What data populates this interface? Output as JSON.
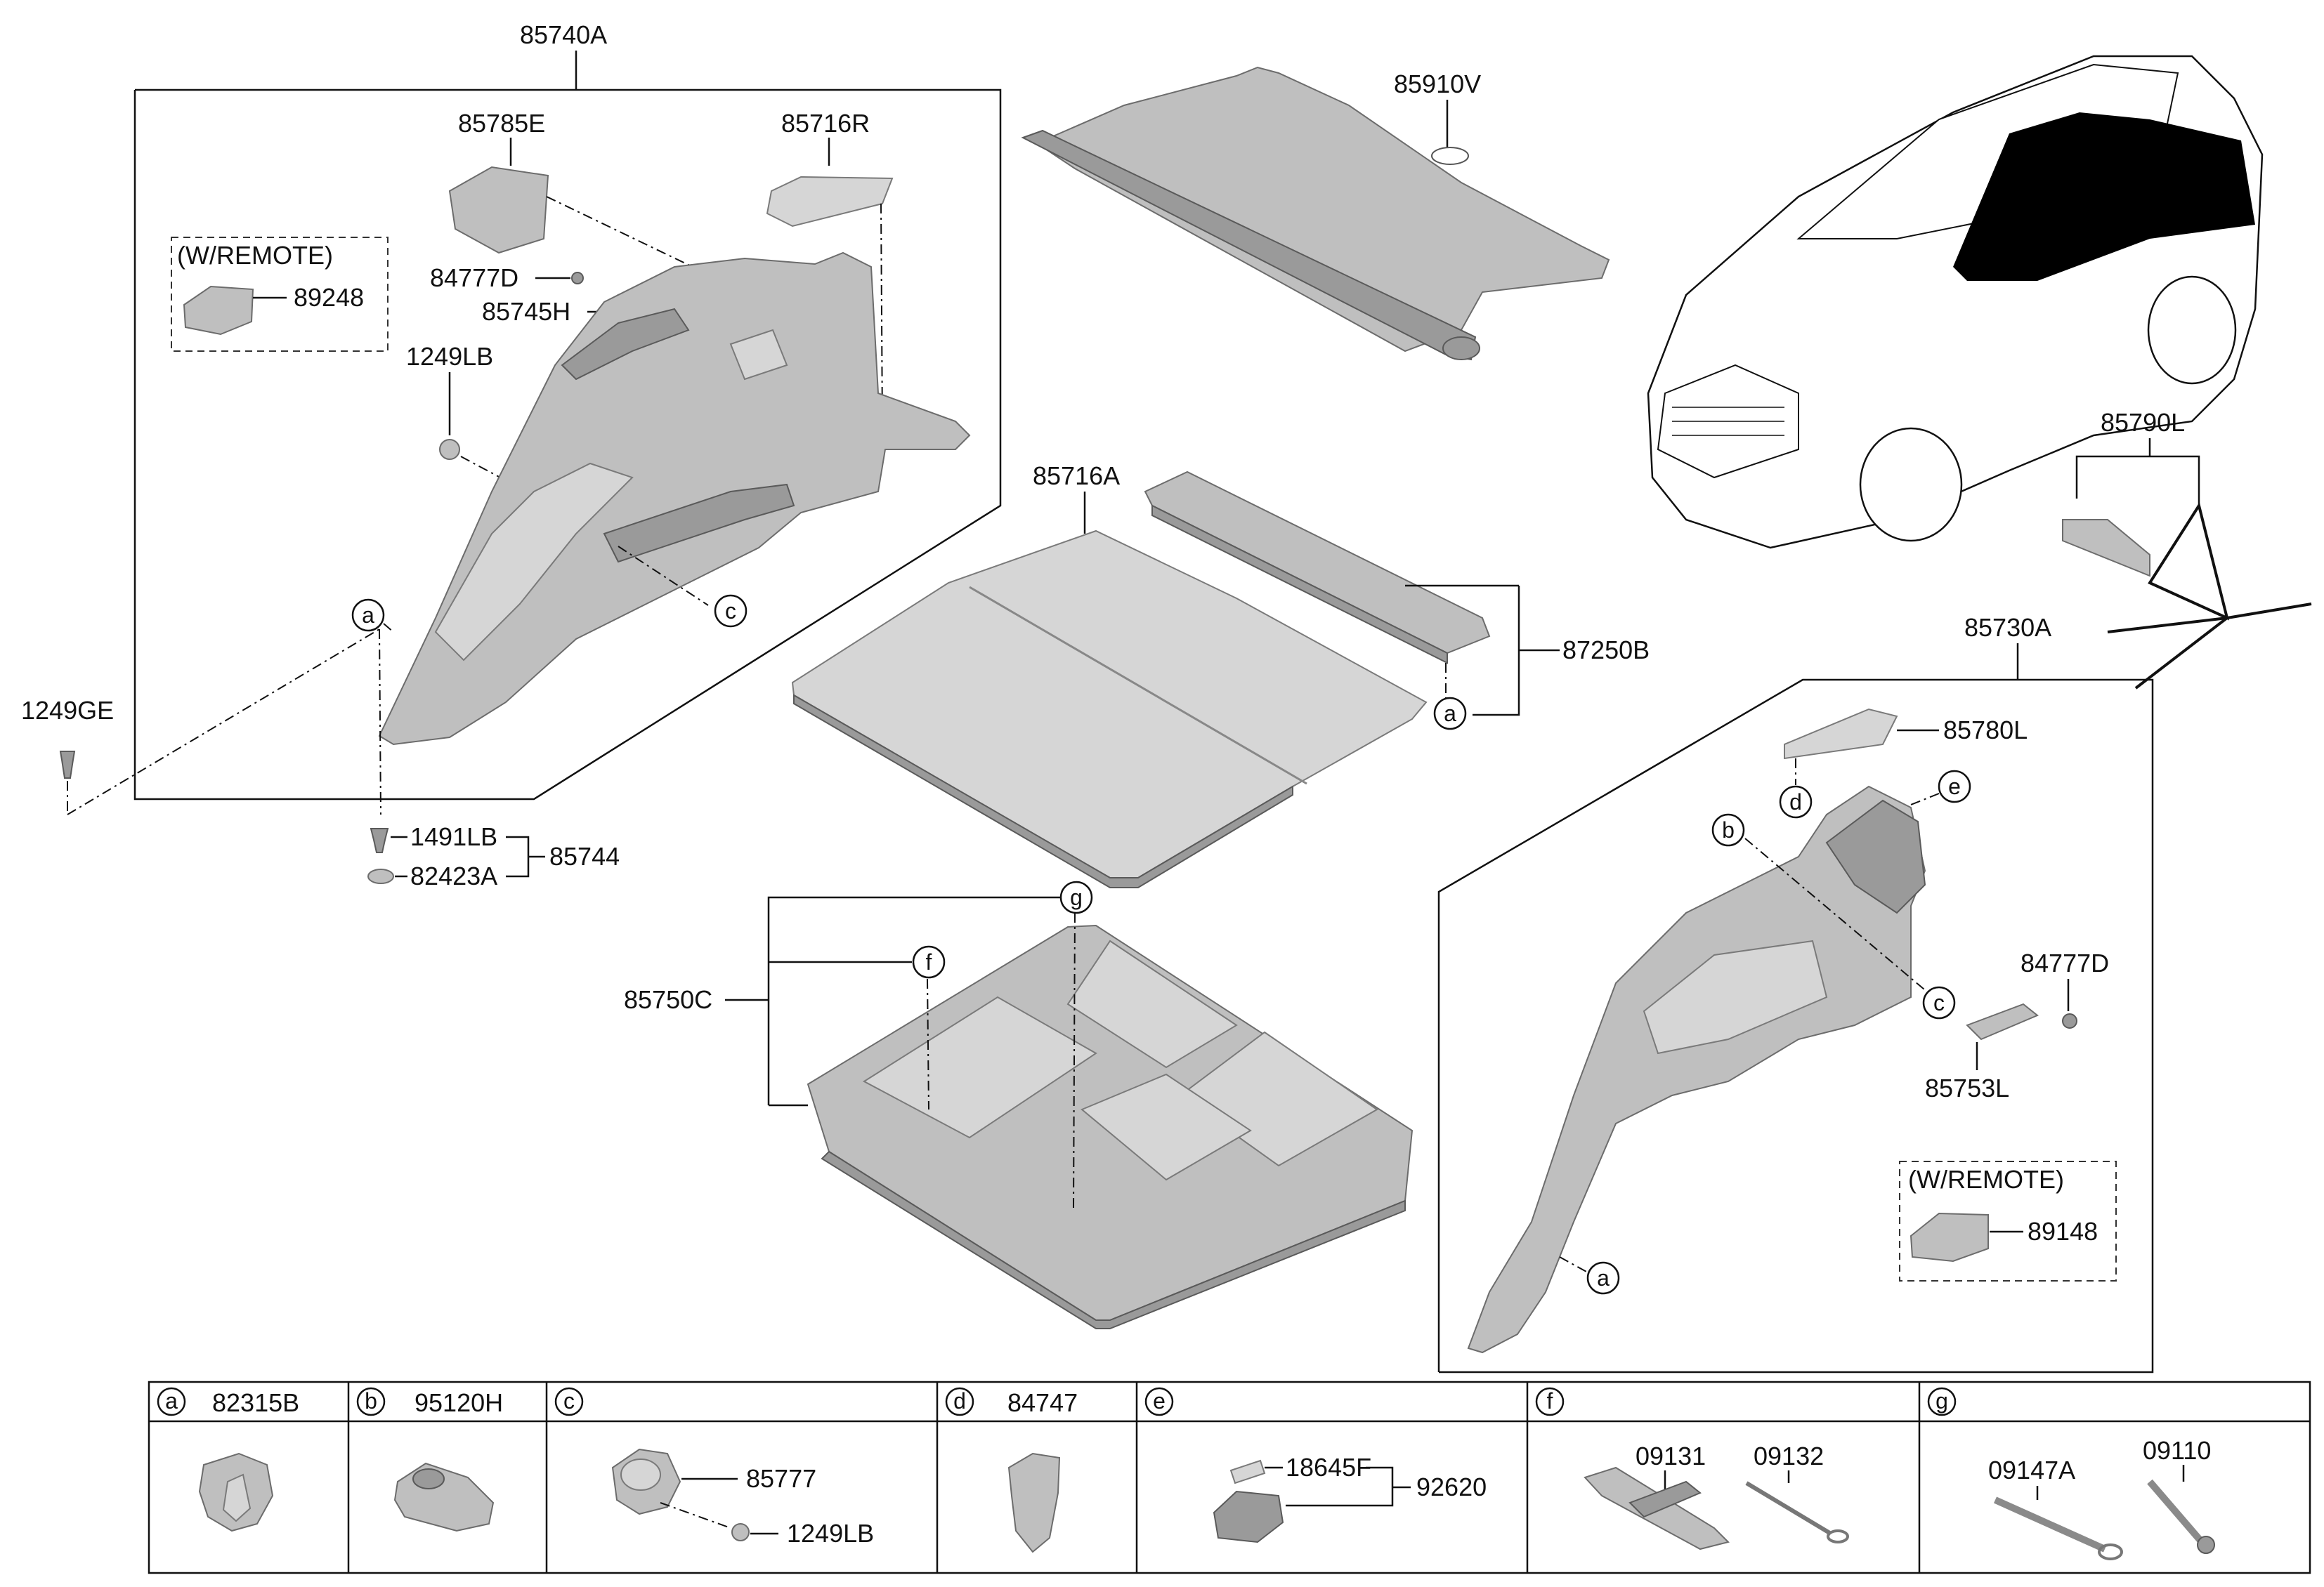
{
  "parts": {
    "p85740A": "85740A",
    "p85785E": "85785E",
    "p85716R": "85716R",
    "wremote_left": "(W/REMOTE)",
    "p89248": "89248",
    "p84777D_left": "84777D",
    "p85745H": "85745H",
    "p1249LB_left": "1249LB",
    "p1249GE": "1249GE",
    "p1491LB": "1491LB",
    "p82423A": "82423A",
    "p85744": "85744",
    "p85910V": "85910V",
    "p85716A": "85716A",
    "p87250B": "87250B",
    "p85750C": "85750C",
    "p85790L": "85790L",
    "p85730A": "85730A",
    "p85780L": "85780L",
    "p84777D_right": "84777D",
    "p85753L": "85753L",
    "wremote_right": "(W/REMOTE)",
    "p89148": "89148"
  },
  "callouts": {
    "a": "a",
    "b": "b",
    "c": "c",
    "d": "d",
    "e": "e",
    "f": "f",
    "g": "g"
  },
  "legend": {
    "cells": [
      {
        "letter": "a",
        "parts": [
          "82315B"
        ]
      },
      {
        "letter": "b",
        "parts": [
          "95120H"
        ]
      },
      {
        "letter": "c",
        "parts": [
          "85777",
          "1249LB"
        ]
      },
      {
        "letter": "d",
        "parts": [
          "84747"
        ]
      },
      {
        "letter": "e",
        "parts": [
          "18645F",
          "92620"
        ]
      },
      {
        "letter": "f",
        "parts": [
          "09131",
          "09132"
        ]
      },
      {
        "letter": "g",
        "parts": [
          "09147A",
          "09110"
        ]
      }
    ]
  }
}
